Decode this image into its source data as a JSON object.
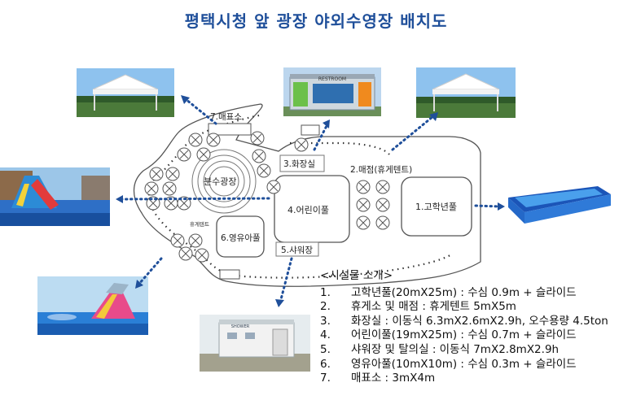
{
  "title": "평택시청 앞 광장 야외수영장 배치도",
  "map_labels": {
    "ticket": "7.매표소",
    "restroom": "3.화장실",
    "shop": "2.매점(휴게텐트)",
    "fountain": "분수광장",
    "kids_pool": "4.어린이풀",
    "senior_pool": "1.고학년풀",
    "rest_tent": "휴게텐트",
    "infant_pool": "6.영유아풀",
    "shower": "5.샤워장"
  },
  "restroom_sign": "RESTROOM",
  "shower_sign": "SHOWER",
  "facilities": {
    "heading": "<시설물 소개>",
    "items": [
      {
        "num": "1.",
        "text": "고학년풀(20mX25m) : 수심 0.9m + 슬라이드"
      },
      {
        "num": "2.",
        "text": "휴게소 및 매점 : 휴게텐트 5mX5m"
      },
      {
        "num": "3.",
        "text": "화장실 : 이동식 6.3mX2.6mX2.9h, 오수용량 4.5ton"
      },
      {
        "num": "4.",
        "text": "어린이풀(19mX25m) : 수심 0.7m + 슬라이드"
      },
      {
        "num": "5.",
        "text": "샤워장 및 탈의실 : 이동식 7mX2.8mX2.9h"
      },
      {
        "num": "6.",
        "text": "영유아풀(10mX10m) : 수심 0.3m + 슬라이드"
      },
      {
        "num": "7.",
        "text": "매표소 : 3mX4m"
      }
    ]
  },
  "colors": {
    "title": "#1f4f9a",
    "arrow": "#1f4f9a",
    "outline": "#555555"
  }
}
